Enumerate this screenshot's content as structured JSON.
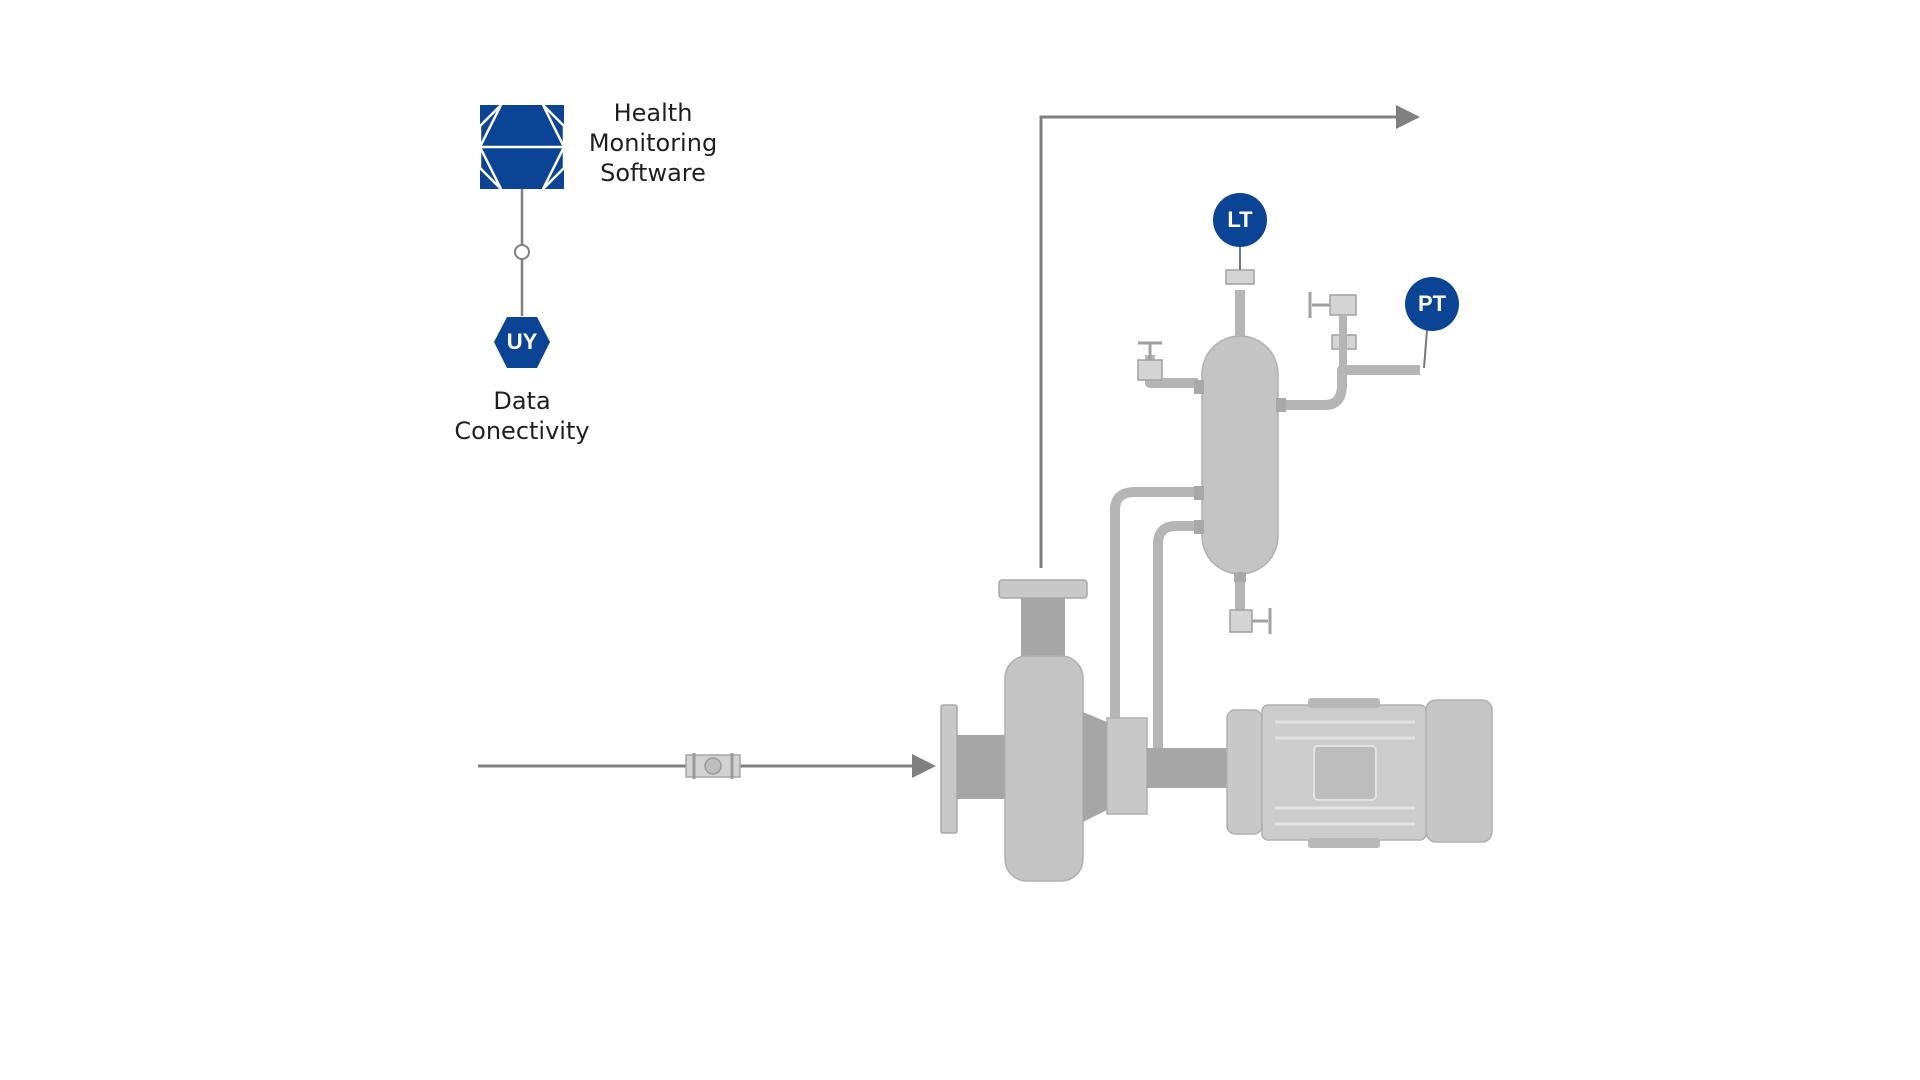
{
  "legend": {
    "software": {
      "lines": [
        "Health",
        "Monitoring",
        "Software"
      ]
    },
    "connectivity": {
      "tag": "UY",
      "lines": [
        "Data",
        "Conectivity"
      ]
    }
  },
  "instruments": {
    "level_transmitter": {
      "tag": "LT"
    },
    "pressure_transmitter": {
      "tag": "PT"
    }
  },
  "colors": {
    "brand_blue": "#0b4395",
    "equipment_gray": "#c4c4c4",
    "equipment_dark": "#a6a6a6",
    "line_gray": "#808080"
  },
  "icons": {
    "software": "health-monitoring-software-icon",
    "connectivity": "data-connectivity-hexagon-icon",
    "pump": "centrifugal-pump-icon",
    "motor": "electric-motor-icon",
    "vessel": "seal-pot-vessel-icon",
    "flow_meter": "inline-flow-meter-icon"
  }
}
